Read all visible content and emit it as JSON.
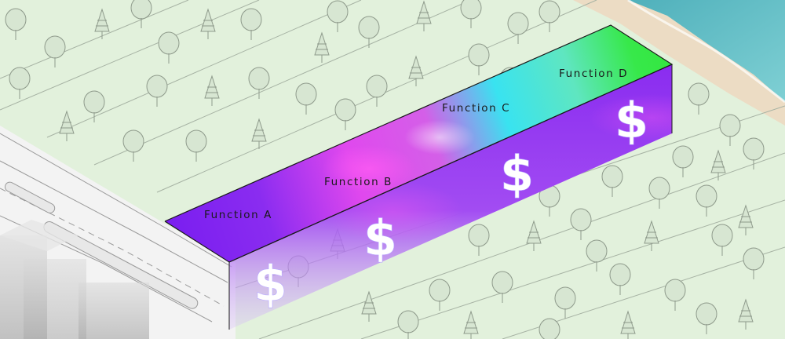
{
  "diagram": {
    "functions": [
      {
        "id": "a",
        "label": "Function A",
        "color": "#7b1df0"
      },
      {
        "id": "b",
        "label": "Function B",
        "color": "#e84ee8"
      },
      {
        "id": "c",
        "label": "Function C",
        "color": "#29e6ef"
      },
      {
        "id": "d",
        "label": "Function D",
        "color": "#3ae84a"
      }
    ],
    "dollar_symbol": "$",
    "colors": {
      "land": "#dff0d8",
      "beach": "#e9dcc6",
      "water": "#6fc2c8",
      "volume_purple": "#8a2cf0",
      "road": "#f4f4f4",
      "buildings": "#c8c8c8"
    },
    "icons": [
      "tree-icon",
      "conifer-icon",
      "dollar-icon"
    ]
  }
}
